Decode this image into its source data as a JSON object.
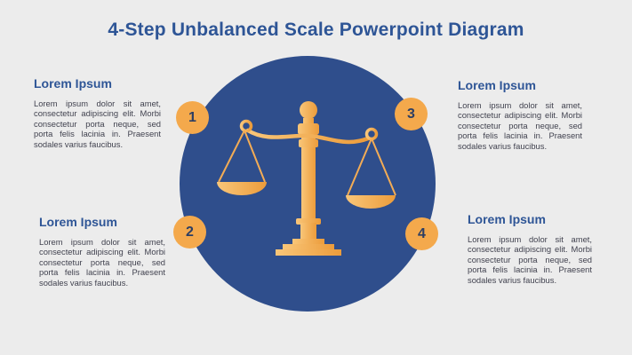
{
  "title": "4-Step Unbalanced Scale Powerpoint Diagram",
  "center_icon": "balance-scale-icon",
  "colors": {
    "background": "#ECECEC",
    "accent_blue": "#2E5596",
    "circle_blue": "#2F4E8C",
    "badge_orange": "#F4A94C",
    "badge_number_navy": "#2C3E63",
    "scale_gold_light": "#F9C679",
    "scale_gold_dark": "#EC9C3B",
    "body_text": "#41424F"
  },
  "steps": [
    {
      "number": "1",
      "heading": "Lorem Ipsum",
      "body": "Lorem ipsum dolor sit amet, consectetur adipiscing elit. Morbi consectetur porta neque, sed porta felis lacinia in. Praesent sodales varius faucibus."
    },
    {
      "number": "2",
      "heading": "Lorem Ipsum",
      "body": "Lorem ipsum dolor sit amet, consectetur adipiscing elit. Morbi consectetur porta neque, sed porta felis lacinia in. Praesent sodales varius faucibus."
    },
    {
      "number": "3",
      "heading": "Lorem Ipsum",
      "body": "Lorem ipsum dolor sit amet, consectetur adipiscing elit. Morbi consectetur porta neque, sed porta felis lacinia in. Praesent sodales varius faucibus."
    },
    {
      "number": "4",
      "heading": "Lorem Ipsum",
      "body": "Lorem ipsum dolor sit amet, consectetur adipiscing elit. Morbi consectetur porta neque, sed porta felis lacinia in. Praesent sodales varius faucibus."
    }
  ]
}
